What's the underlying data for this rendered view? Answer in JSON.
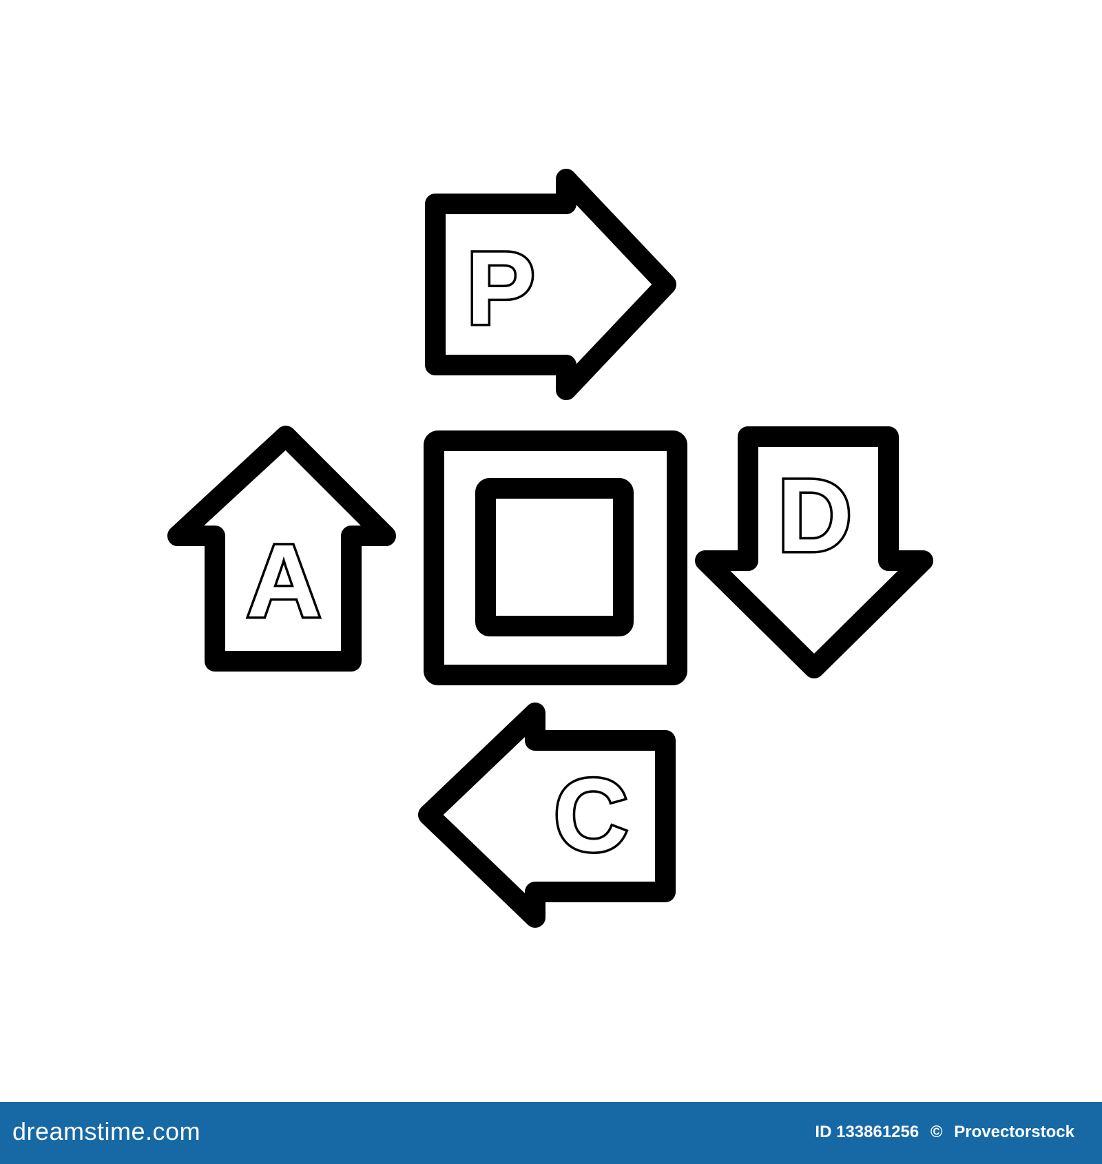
{
  "diagram": {
    "stroke_color": "#000000",
    "background_color": "#ffffff",
    "center_icon": "concentric-square-icon",
    "arrows": [
      {
        "letter": "P",
        "direction": "right",
        "icon": "right-arrow-icon"
      },
      {
        "letter": "D",
        "direction": "down",
        "icon": "down-arrow-icon"
      },
      {
        "letter": "C",
        "direction": "left",
        "icon": "left-arrow-icon"
      },
      {
        "letter": "A",
        "direction": "up",
        "icon": "up-arrow-icon"
      }
    ]
  },
  "footer": {
    "brand": "dreamstime.com",
    "id_label": "ID 133861256",
    "copyright": "©",
    "author": "Provectorstock",
    "background_color": "#1769a6"
  }
}
